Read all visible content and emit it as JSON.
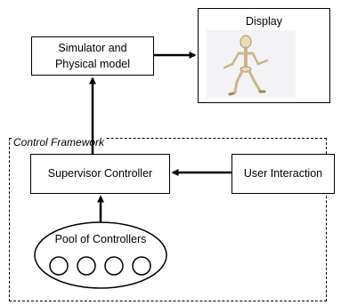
{
  "diagram": {
    "display": {
      "title": "Display",
      "figure": "skeleton-figure"
    },
    "simulator": {
      "line1": "Simulator and",
      "line2": "Physical model"
    },
    "framework": {
      "label": "Control Framework"
    },
    "supervisor": {
      "label": "Supervisor Controller"
    },
    "user": {
      "label": "User Interaction"
    },
    "pool": {
      "label": "Pool of Controllers",
      "controller_count": 4
    }
  }
}
